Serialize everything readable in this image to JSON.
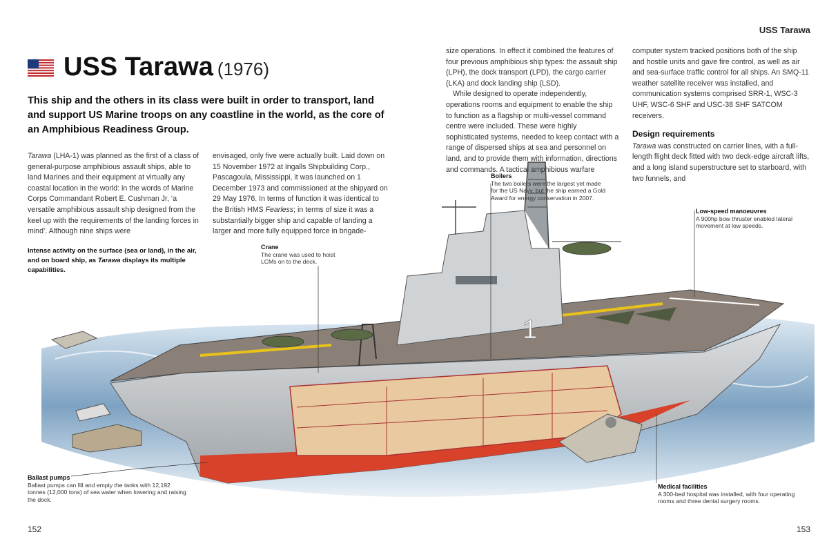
{
  "running_head": "USS Tarawa",
  "title": {
    "name": "USS Tarawa",
    "year": "(1976)"
  },
  "intro": "This ship and the others in its class were built in order to transport, land and support US Marine troops on any coastline in the world, as the core of an Amphibious Readiness Group.",
  "columns": {
    "col1": {
      "italic_lead": "Tarawa",
      "text": " (LHA-1) was planned as the first of a class of general-purpose amphibious assault ships, able to land Marines and their equipment at virtually any coastal location in the world: in the words of Marine Corps Commandant Robert E. Cushman Jr, ‘a versatile amphibious assault ship designed from the keel up with the requirements of the landing forces in mind’. Although nine ships were"
    },
    "col2": {
      "text_a": "envisaged, only five were actually built. Laid down on 15 November 1972 at Ingalls Shipbuilding Corp., Pascagoula, Mississippi, it was launched on 1 December 1973 and commissioned at the shipyard on 29 May 1976. In terms of function it was identical to the British HMS ",
      "italic": "Fearless",
      "text_b": "; in terms of size it was a substantially bigger ship and capable of landing a larger and more fully equipped force in brigade-"
    },
    "col3": {
      "p1": "size operations. In effect it combined the features of four previous amphibious ship types: the assault ship (LPH), the dock transport (LPD), the cargo carrier (LKA) and dock landing ship (LSD).",
      "p2": "While designed to operate independently, operations rooms and equipment to enable the ship to function as a flagship or multi-vessel command centre were included. These were highly sophisticated systems, needed to keep contact with a range of dispersed ships at sea and personnel on land, and to provide them with information, directions and commands. A tactical amphibious warfare"
    },
    "col4": {
      "p1": "computer system tracked positions both of the ship and hostile units and gave fire control, as well as air and sea-surface traffic control for all ships. An SMQ-11 weather satellite receiver was installed, and communication systems comprised SRR-1, WSC-3 UHF, WSC-6 SHF and USC-38 SHF SATCOM receivers.",
      "heading": "Design requirements",
      "p2_italic": "Tarawa",
      "p2": " was constructed on carrier lines, with a full-length flight deck fitted with two deck-edge aircraft lifts, and a long island superstructure set to starboard, with two funnels, and"
    }
  },
  "caption_main": {
    "a": "Intense activity on the surface (sea or land), in the air, and on board ship, as ",
    "italic": "Tarawa",
    "b": " displays its multiple capabilities."
  },
  "callouts": {
    "crane": {
      "title": "Crane",
      "text": "The crane was used to hoist LCMs on to the deck."
    },
    "boilers": {
      "title": "Boilers",
      "text": "The two boilers were the largest yet made for the US Navy, but the ship earned a Gold Award for energy conservation in 2007."
    },
    "lowspeed": {
      "title": "Low-speed manoeuvres",
      "text": "A 900hp bow thruster enabled lateral movement at low speeds."
    },
    "ballast": {
      "title": "Ballast pumps",
      "text": "Ballast pumps can fill and empty the tanks with 12,192 tonnes (12,000 tons) of sea water when lowering and raising the dock."
    },
    "medical": {
      "title": "Medical facilities",
      "text": "A 300-bed hospital was installed, with four operating rooms and three dental surgery rooms."
    }
  },
  "illustration": {
    "hull_number": "1"
  },
  "folios": {
    "left": "152",
    "right": "153"
  },
  "colors": {
    "hull": "#c9ccce",
    "hull_dark": "#8f9498",
    "boot_top": "#d8412a",
    "deck": "#8a8078",
    "sea": "#5a86aa",
    "sea_light": "#c7dceb",
    "deck_marking": "#e8c21a"
  }
}
